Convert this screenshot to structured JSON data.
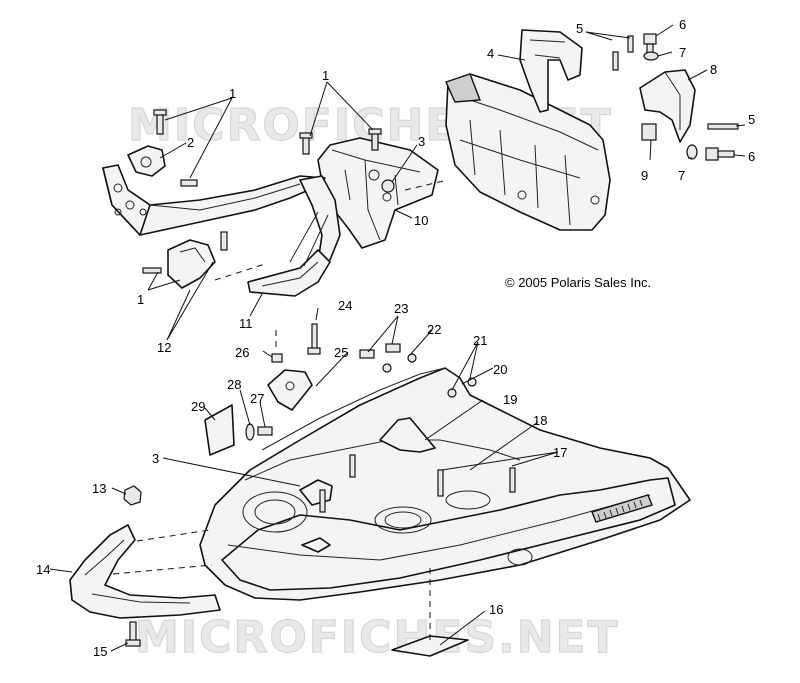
{
  "watermark": "MICROFICHES.NET",
  "copyright": "© 2005 Polaris Sales Inc.",
  "labels": [
    "1",
    "2",
    "3",
    "4",
    "5",
    "6",
    "7",
    "8",
    "9",
    "10",
    "11",
    "12",
    "13",
    "14",
    "15",
    "16",
    "17",
    "18",
    "19",
    "20",
    "21",
    "22",
    "23",
    "24",
    "25",
    "26",
    "27",
    "28",
    "29"
  ],
  "colors": {
    "line": "#111111",
    "fill": "#f4f4f4",
    "watermark": "#e9e9e9"
  }
}
